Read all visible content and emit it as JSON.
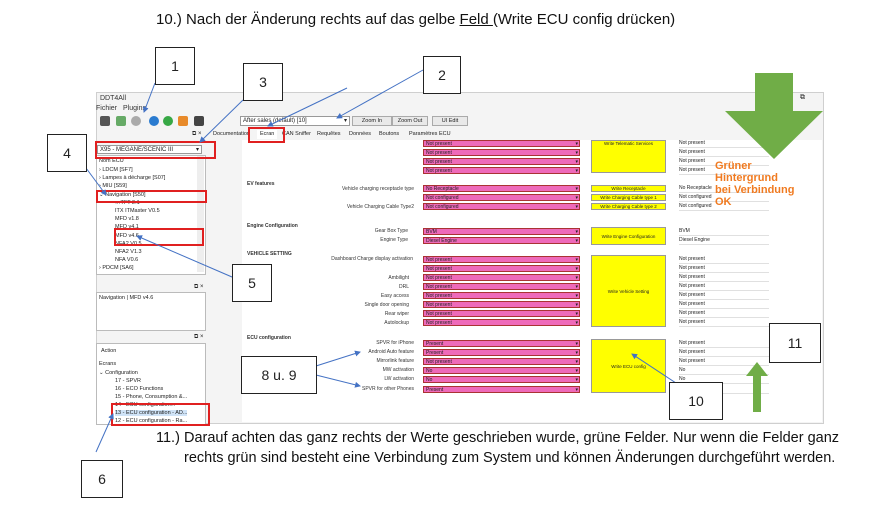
{
  "heading": {
    "prefix": "10.) Nach der Änderung rechts auf das gelbe ",
    "link": "Feld ",
    "suffix": " (Write ECU config drücken)"
  },
  "app": {
    "title": "DDT4All",
    "menu": [
      "Fichier",
      "Plugins"
    ],
    "protocol_select": "After sales (default) [10]",
    "zoom_in": "Zoom In",
    "zoom_out": "Zoom Out",
    "ui_edit": "UI Edit",
    "vehicle_select": "X95 - MEGANE/SCENIC III",
    "tabs": [
      "Documentation",
      "Ecran",
      "CAN Sniffer",
      "Requêtes",
      "Données",
      "Boutons",
      "Paramètres ECU"
    ]
  },
  "tree": {
    "header": "Nom ECU",
    "items": [
      "LDCM [SF7]",
      "Lampes à décharge [S07]",
      "MIU [S59]",
      "Navigation [S50]",
      "…TFT 2.1",
      "ITX ITMaster V0.5",
      "MFD v1.8",
      "MFD v4.1",
      "MFD v4.6",
      "NFA2 V0.5",
      "NFA2 V1.3",
      "NFA V0.6",
      "PDCM [SA6]"
    ]
  },
  "ecu_panel": {
    "text": "Navigation | MFD v4.6"
  },
  "action_panel": {
    "header": "Action",
    "root": "Ecrans",
    "items": [
      "Configuration",
      "17 - SPVR",
      "16 - ECO Functions",
      "15 - Phone, Consumption &...",
      "14 - ECU configuration...",
      "13 - ECU configuration - AD...",
      "12 - ECU configuration - Ra..."
    ]
  },
  "main": {
    "top_rows": [
      "Not present",
      "Not present",
      "Not present",
      "Not present"
    ],
    "write_telematic": "Write Telematic Services",
    "top_results": [
      "Not present",
      "Not present",
      "Not present",
      "Not present"
    ],
    "ev": {
      "title": "EV features",
      "labels": [
        "Vehicle charging receptacle type",
        "Vehicle Charging Cable Type2"
      ],
      "values": [
        "No Receptacle",
        "Not configured",
        "Not configured"
      ],
      "buttons": [
        "Write Receptacle",
        "Write Charging Cable type 1",
        "Write Charging Cable type 2"
      ],
      "results": [
        "No Receptacle",
        "Not configured",
        "Not configured"
      ]
    },
    "engine": {
      "title": "Engine Configuration",
      "labels": [
        "Gear Box Type",
        "Engine Type"
      ],
      "values": [
        "BVM",
        "Diesel Engine"
      ],
      "button": "Write Engine Configuration",
      "results": [
        "BVM",
        "Diesel Engine"
      ]
    },
    "vehicle": {
      "title": "VEHICLE SETTING",
      "labels": [
        "Dashboard Charge display activation",
        "",
        "Ambilight",
        "DRL",
        "Easy access",
        "Single door opening",
        "Rear wiper",
        "Autolockup"
      ],
      "values": [
        "Not present",
        "Not present",
        "Not present",
        "Not present",
        "Not present",
        "Not present",
        "Not present",
        "Not present"
      ],
      "button": "Write Vehicle Setting",
      "results": [
        "Not present",
        "Not present",
        "Not present",
        "Not present",
        "Not present",
        "Not present",
        "Not present",
        "Not present"
      ]
    },
    "ecu": {
      "title": "ECU configuration",
      "labels": [
        "SPVR for iPhone",
        "Android Auto feature",
        "Mirrorlink feature",
        "MW activation",
        "LW activation",
        "SPVR for other Phones"
      ],
      "values": [
        "Present",
        "Present",
        "Not present",
        "No",
        "No",
        "Present"
      ],
      "button": "Write ECU config",
      "results": [
        "Not present",
        "Not present",
        "Not present",
        "No",
        "No",
        "Not present"
      ]
    }
  },
  "overlay": {
    "green_text": [
      "Grüner",
      "Hintergrund",
      "bei Verbindung",
      "OK"
    ],
    "callouts": [
      "1",
      "2",
      "3",
      "4",
      "5",
      "6",
      "8 u. 9",
      "10",
      "11"
    ],
    "green_color": "#70ad47",
    "red_color": "#e02020"
  },
  "note": {
    "num": "11.)",
    "text": "Darauf achten das ganz rechts der Werte geschrieben wurde, grüne Felder. Nur wenn die Felder ganz rechts grün sind besteht eine Verbindung zum System und können Änderungen durchgeführt werden."
  }
}
